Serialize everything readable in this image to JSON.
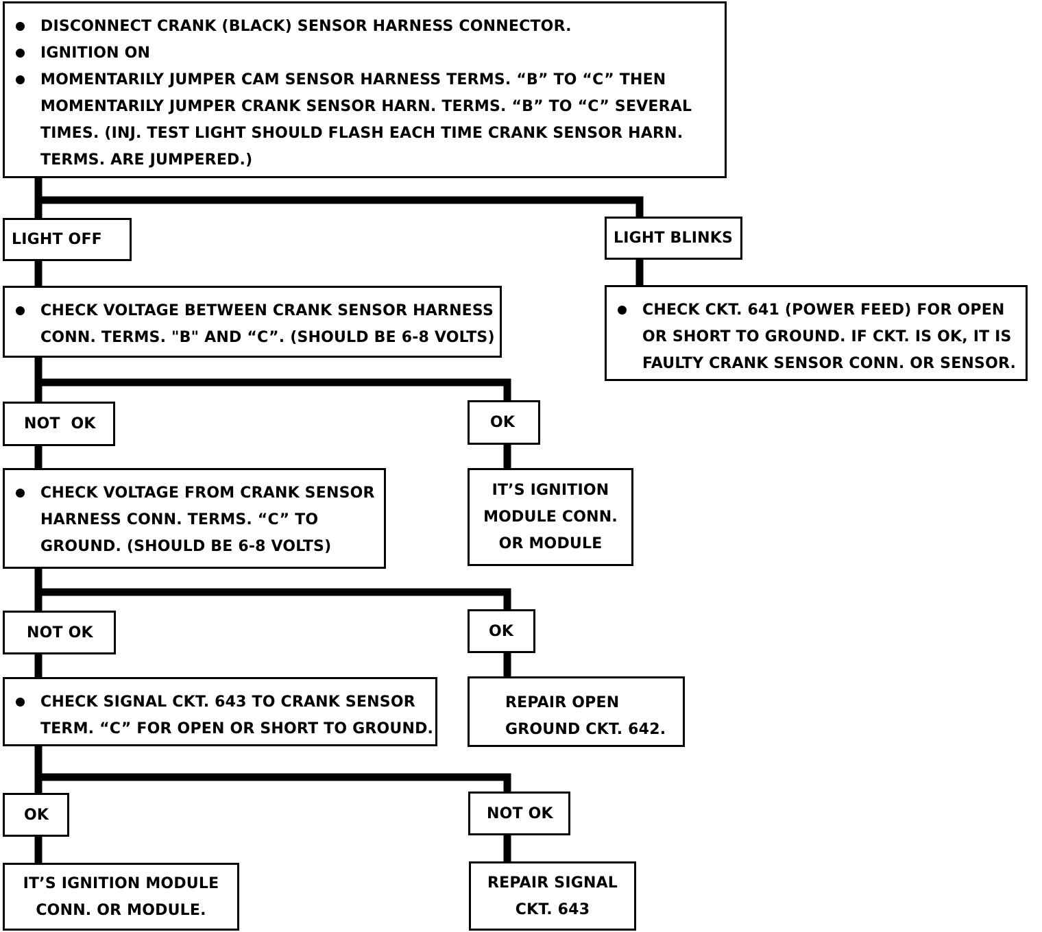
{
  "top_box": {
    "bullets": [
      {
        "lines": [
          "DISCONNECT CRANK (BLACK)  SENSOR HARNESS CONNECTOR."
        ]
      },
      {
        "lines": [
          "IGNITION ON"
        ]
      },
      {
        "lines": [
          "MOMENTARILY JUMPER CAM SENSOR HARNESS TERMS. “B” TO “C” THEN",
          "MOMENTARILY JUMPER CRANK SENSOR HARN. TERMS. “B” TO “C” SEVERAL",
          "TIMES.  (INJ. TEST LIGHT SHOULD FLASH EACH TIME CRANK SENSOR HARN.",
          "TERMS. ARE JUMPERED.)"
        ]
      }
    ]
  },
  "branch_1": {
    "left_label": "LIGHT OFF",
    "right_label": "LIGHT BLINKS",
    "right_action": {
      "lines": [
        "CHECK CKT. 641 (POWER FEED)  FOR OPEN",
        "OR SHORT TO GROUND.  IF CKT. IS OK, IT IS",
        "FAULTY CRANK SENSOR CONN. OR SENSOR."
      ]
    }
  },
  "check_1": {
    "lines": [
      "CHECK VOLTAGE BETWEEN CRANK SENSOR HARNESS",
      "CONN. TERMS. \"B\" AND “C”. (SHOULD BE 6-8 VOLTS)"
    ]
  },
  "branch_2": {
    "left_label": "NOT  OK",
    "right_label": "OK",
    "right_result": {
      "lines": [
        "IT’S IGNITION",
        "MODULE CONN.",
        "OR MODULE"
      ]
    }
  },
  "check_2": {
    "lines": [
      "CHECK VOLTAGE  FROM CRANK SENSOR",
      "HARNESS CONN. TERMS. “C” TO",
      "GROUND.  (SHOULD BE 6-8 VOLTS)"
    ]
  },
  "branch_3": {
    "left_label": "NOT OK",
    "right_label": "OK",
    "right_result": {
      "lines": [
        "REPAIR OPEN",
        "GROUND CKT. 642."
      ]
    }
  },
  "check_3": {
    "lines": [
      "CHECK SIGNAL CKT. 643 TO CRANK SENSOR",
      "TERM. “C” FOR OPEN OR SHORT TO GROUND."
    ]
  },
  "branch_4": {
    "left_label": "OK",
    "right_label": "NOT OK",
    "left_result": {
      "lines": [
        "IT’S IGNITION MODULE",
        "CONN. OR MODULE."
      ]
    },
    "right_result": {
      "lines": [
        "REPAIR SIGNAL",
        "CKT. 643"
      ]
    }
  }
}
